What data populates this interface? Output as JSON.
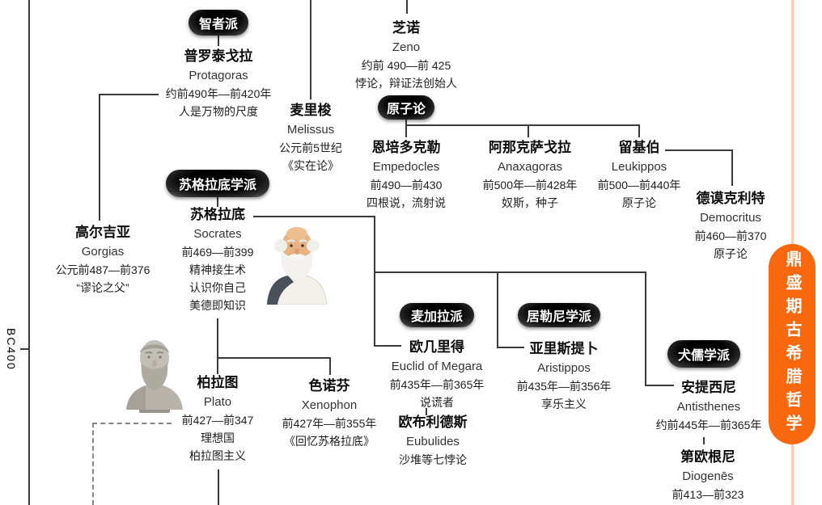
{
  "axis": {
    "era_label": "BC400"
  },
  "banner": {
    "text": "鼎盛期古希腊哲学"
  },
  "colors": {
    "connector": "#3a3a3a",
    "dashed_line": "#858585",
    "banner_orange": "#f8690f",
    "banner_timeline": "#f9cfb2",
    "badge_background": "#000000",
    "badge_text": "#ffffff"
  },
  "badges": {
    "sophists": {
      "label": "智者派"
    },
    "atomism": {
      "label": "原子论"
    },
    "socratic_school": {
      "label": "苏格拉底学派"
    },
    "megarian": {
      "label": "麦加拉派"
    },
    "cyrenaic": {
      "label": "居勒尼学派"
    },
    "cynic": {
      "label": "犬儒学派"
    }
  },
  "nodes": {
    "protagoras": {
      "name_zh": "普罗泰戈拉",
      "name_en": "Protagoras",
      "dates": "约前490年—前420年",
      "note": "人是万物的尺度"
    },
    "zeno": {
      "name_zh": "芝诺",
      "name_en": "Zeno",
      "dates": "约前 490—前 425",
      "note": "悖论，辩证法创始人"
    },
    "melissus": {
      "name_zh": "麦里梭",
      "name_en": "Melissus",
      "dates": "公元前5世纪",
      "note": "《实在论》"
    },
    "empedocles": {
      "name_zh": "恩培多克勒",
      "name_en": "Empedocles",
      "dates": "前490—前430",
      "note": "四根说，流射说"
    },
    "anaxagoras": {
      "name_zh": "阿那克萨戈拉",
      "name_en": "Anaxagoras",
      "dates": "前500年—前428年",
      "note": "奴斯，种子"
    },
    "leukippos": {
      "name_zh": "留基伯",
      "name_en": "Leukippos",
      "dates": "前500—前440年",
      "note": "原子论"
    },
    "democritus": {
      "name_zh": "德谟克利特",
      "name_en": "Democritus",
      "dates": "前460—前370",
      "note": "原子论"
    },
    "gorgias": {
      "name_zh": "高尔吉亚",
      "name_en": "Gorgias",
      "dates": "公元前487—前376",
      "note": "“谬论之父”"
    },
    "socrates": {
      "name_zh": "苏格拉底",
      "name_en": "Socrates",
      "dates": "前469—前399",
      "note": "精神接生术",
      "note2": "认识你自己",
      "note3": "美德即知识"
    },
    "euclid_of_megara": {
      "name_zh": "欧几里得",
      "name_en": "Euclid of Megara",
      "dates": "前435年—前365年",
      "note": "说谎者"
    },
    "eubulides": {
      "name_zh": "欧布利德斯",
      "name_en": "Eubulides",
      "note": "沙堆等七悖论"
    },
    "aristippos": {
      "name_zh": "亚里斯提卜",
      "name_en": "Aristippos",
      "dates": "前435年—前356年",
      "note": "享乐主义"
    },
    "antisthenes": {
      "name_zh": "安提西尼",
      "name_en": "Antisthenes",
      "dates": "约前445年—前365年"
    },
    "diogenes": {
      "name_zh": "第欧根尼",
      "name_en": "Diogenēs",
      "dates": "前413—前323"
    },
    "plato": {
      "name_zh": "柏拉图",
      "name_en": "Plato",
      "dates": "前427—前347",
      "note": "理想国",
      "note2": "柏拉图主义"
    },
    "xenophon": {
      "name_zh": "色诺芬",
      "name_en": "Xenophon",
      "dates": "前427年—前355年",
      "note": "《回忆苏格拉底》"
    }
  }
}
